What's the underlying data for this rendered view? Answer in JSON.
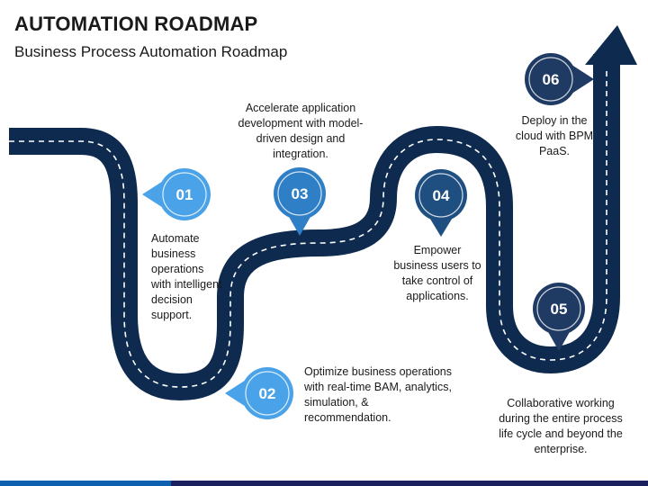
{
  "header": {
    "title": "AUTOMATION ROADMAP",
    "subtitle": "Business Process Automation Roadmap"
  },
  "colors": {
    "road": "#0e2a4e",
    "pin_light": "#4aa3e8",
    "pin_mid": "#2f7fc6",
    "pin_dark": "#1e4f80",
    "pin_navy": "#1f3b63"
  },
  "steps": [
    {
      "num": "01",
      "text": "Automate business operations with intelligent decision support."
    },
    {
      "num": "02",
      "text": "Optimize business operations with real-time BAM, analytics, simulation, & recommendation."
    },
    {
      "num": "03",
      "text": "Accelerate application development with model-driven design and integration."
    },
    {
      "num": "04",
      "text": "Empower business users to take control of applications."
    },
    {
      "num": "05",
      "text": "Collaborative working during the entire process life cycle and beyond the enterprise."
    },
    {
      "num": "06",
      "text": "Deploy in the cloud with BPM PaaS."
    }
  ]
}
